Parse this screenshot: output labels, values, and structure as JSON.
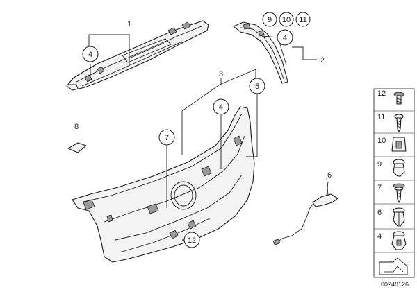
{
  "callouts": {
    "c1": "1",
    "c2": "2",
    "c3": "3",
    "c4_left": "4",
    "c4_right": "4",
    "c4_center": "4",
    "c5": "5",
    "c6": "6",
    "c7": "7",
    "c8": "8",
    "c9": "9",
    "c10": "10",
    "c11": "11",
    "c12": "12"
  },
  "legend": [
    "12",
    "11",
    "10",
    "9",
    "7",
    "6",
    "4"
  ],
  "document_id": "00248126"
}
